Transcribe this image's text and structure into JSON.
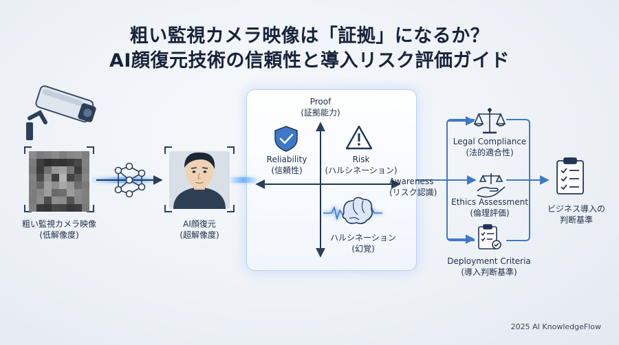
{
  "title": {
    "line1": "粗い監視カメラ映像は「証拠」になるか？",
    "line2": "AI顔復元技術の信頼性と導入リスク評価ガイド"
  },
  "left": {
    "camera_label_1": "粗い監視カメラ映像",
    "camera_label_2": "(低解像度)",
    "ai_label_1": "AI顔復元",
    "ai_label_2": "(超解像度)"
  },
  "matrix": {
    "top_label": "Proof",
    "top_sub": "(証拠能力)",
    "right_label": "Awareness",
    "right_sub": "(リスク認識)",
    "reliability_label": "Reliability",
    "reliability_sub": "(信頼性)",
    "risk_label": "Risk",
    "risk_sub": "(ハルシネーション)",
    "hallucination_label": "ハルシネーション",
    "hallucination_sub": "(幻覚)"
  },
  "criteria": {
    "legal_label": "Legal Compliance",
    "legal_sub": "(法的適合性)",
    "ethics_label": "Ethics Assessment",
    "ethics_sub": "(倫理評価)",
    "deploy_label": "Deployment Criteria",
    "deploy_sub": "(導入判断基準)",
    "decision_label_1": "ビジネス導入の",
    "decision_label_2": "判断基準"
  },
  "footer": {
    "watermark": "2025 AI KnowledgeFlow"
  },
  "colors": {
    "navy": "#1f3556",
    "blue": "#3e78c8",
    "glow": "#8fc3ff",
    "danger": "#1f3556"
  },
  "icons": [
    "cctv-camera-icon",
    "pixelated-face",
    "neural-network-icon",
    "restored-face",
    "shield-check-icon",
    "warning-triangle-icon",
    "brain-icon",
    "scales-icon",
    "hand-scales-icon",
    "checklist-icon",
    "clipboard-checklist-icon"
  ]
}
